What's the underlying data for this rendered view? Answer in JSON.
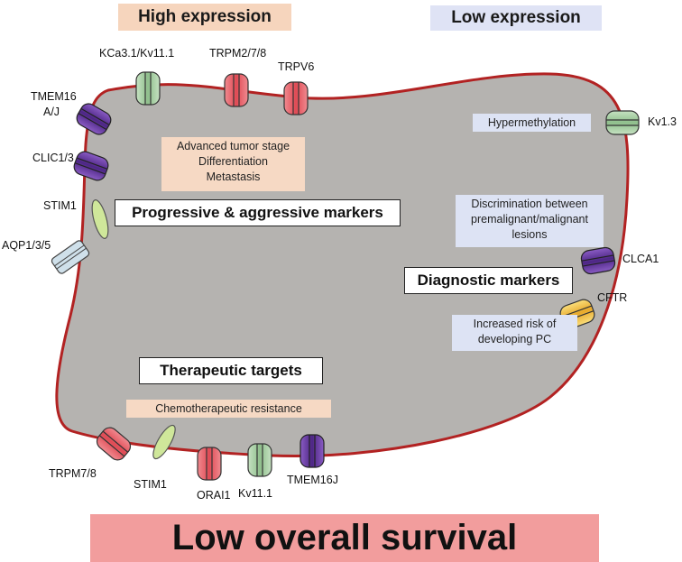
{
  "headers": {
    "high": "High expression",
    "low": "Low expression"
  },
  "category_boxes": {
    "progressive": "Progressive & aggressive markers",
    "diagnostic": "Diagnostic markers",
    "therapeutic": "Therapeutic targets"
  },
  "notes": {
    "progressive": [
      "Advanced tumor stage",
      "Differentiation",
      "Metastasis"
    ],
    "hypermethylation": "Hypermethylation",
    "discrimination": [
      "Discrimination between",
      "premalignant/malignant",
      "lesions"
    ],
    "increased_risk": [
      "Increased risk of",
      "developing PC"
    ],
    "chemo": "Chemotherapeutic resistance"
  },
  "channels": {
    "kca31": "KCa3.1/Kv11.1",
    "trpm278": "TRPM2/7/8",
    "trpv6": "TRPV6",
    "tmem16aj": [
      "TMEM16",
      "A/J"
    ],
    "clic13": "CLIC1/3",
    "stim1_left": "STIM1",
    "aqp135": "AQP1/3/5",
    "kv13": "Kv1.3",
    "clca1": "CLCA1",
    "cftr": "CFTR",
    "trpm78": "TRPM7/8",
    "stim1_bottom": "STIM1",
    "orai1": "ORAI1",
    "kv111": "Kv11.1",
    "tmem16j": "TMEM16J"
  },
  "footer": "Low overall survival",
  "colors": {
    "cell_fill": "#b5b3b0",
    "membrane": "#b22222",
    "high_header_bg": "#f6d5bd",
    "low_header_bg": "#dfe3f5",
    "footer_bg": "#f29d9d",
    "channel_red": "#e8666d",
    "channel_green": "#a9cfa7",
    "channel_purple": "#6e3fa6",
    "channel_lime": "#cfe79a",
    "channel_lightblue": "#cfe0ea",
    "channel_yellow": "#f4c542"
  }
}
